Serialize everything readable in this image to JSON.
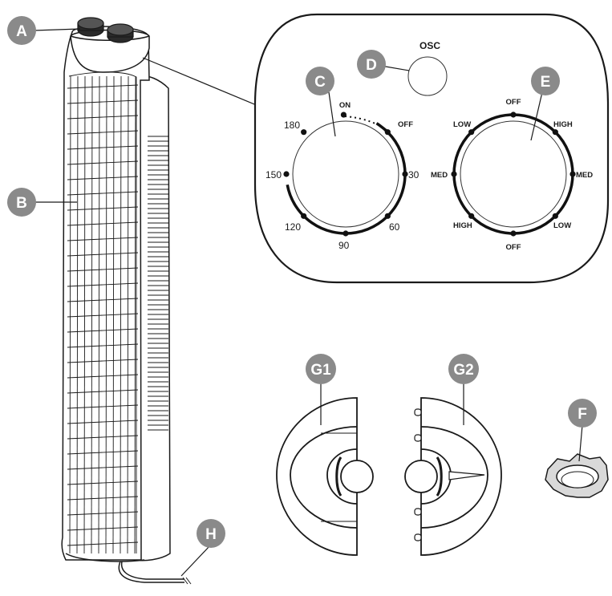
{
  "labels": {
    "A": "A",
    "B": "B",
    "C": "C",
    "D": "D",
    "E": "E",
    "F": "F",
    "G1": "G1",
    "G2": "G2",
    "H": "H"
  },
  "control_panel": {
    "osc_label": "OSC",
    "timer_dial": {
      "on": "ON",
      "off": "OFF",
      "t30": "30",
      "t60": "60",
      "t90": "90",
      "t120": "120",
      "t150": "150",
      "t180": "180"
    },
    "speed_dial": {
      "off_top": "OFF",
      "high_right": "HIGH",
      "med_right": "MED",
      "low_right": "LOW",
      "off_bottom": "OFF",
      "high_left": "HIGH",
      "med_left": "MED",
      "low_left": "LOW"
    }
  },
  "colors": {
    "badge": "#8a8a8a",
    "line": "#1a1a1a",
    "dial_ring": "#111111"
  }
}
